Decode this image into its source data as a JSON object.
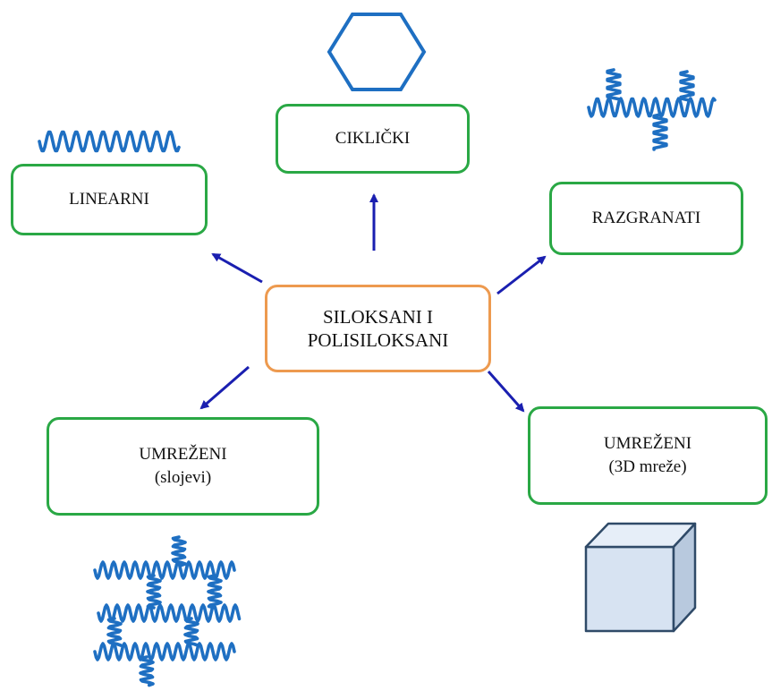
{
  "diagram": {
    "center": {
      "line1": "SILOKSANI I",
      "line2": "POLISILOKSANI"
    },
    "nodes": {
      "linear": {
        "label": "LINEARNI"
      },
      "cyclic": {
        "label": "CIKLIČKI"
      },
      "branched": {
        "label": "RAZGRANATI"
      },
      "crosslinked_layers": {
        "line1": "UMREŽENI",
        "line2": "(slojevi)"
      },
      "crosslinked_3d": {
        "line1": "UMREŽENI",
        "line2": "(3D mreže)"
      }
    }
  },
  "colors": {
    "node_border": "#2aa845",
    "center_border": "#ed9a4f",
    "arrow": "#1a1fb0",
    "chain": "#1e6fc2",
    "cube_front": "#d7e3f2",
    "cube_side": "#b8c9de",
    "cube_top": "#e6eef8",
    "cube_edge": "#2f4a68"
  }
}
